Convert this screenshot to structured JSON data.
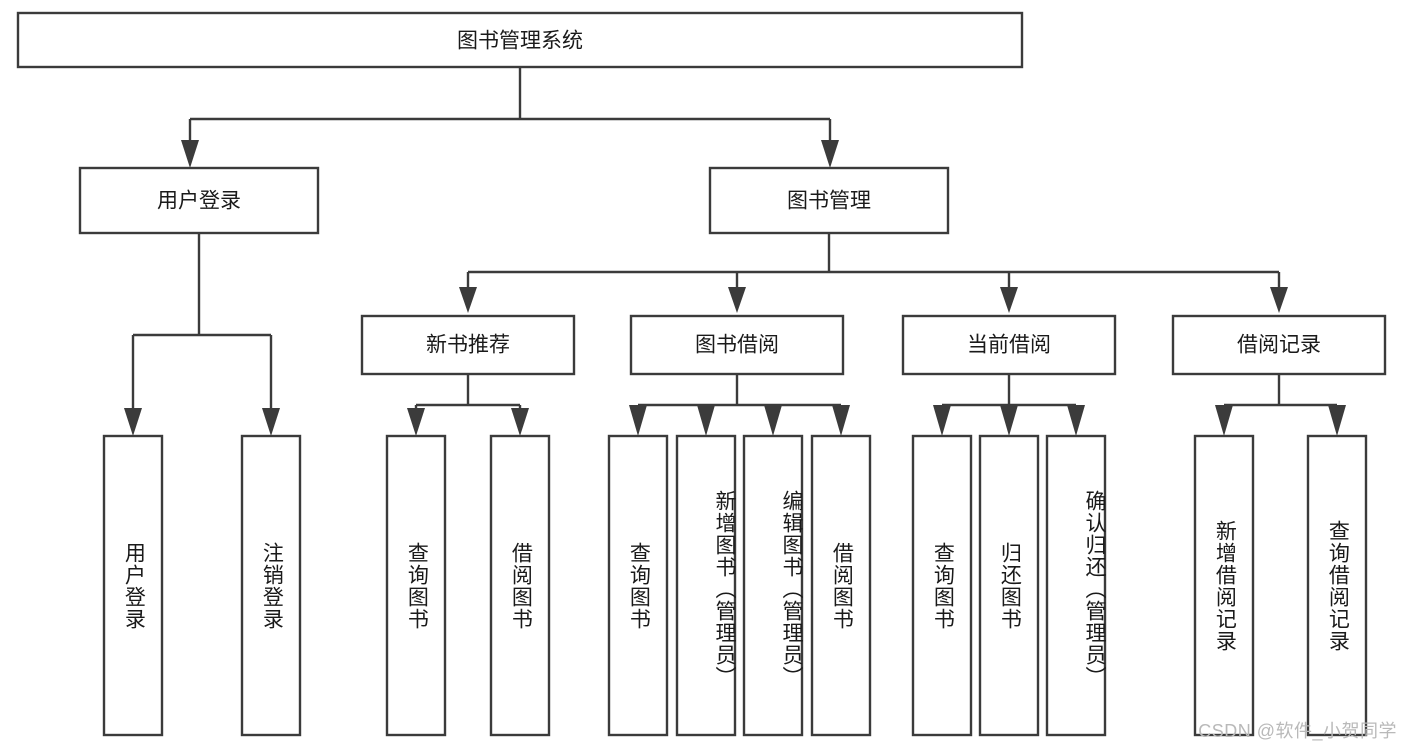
{
  "diagram": {
    "title": "图书管理系统",
    "root": {
      "id": "root",
      "label": "图书管理系统",
      "level": 1
    },
    "level2": [
      {
        "id": "user-login",
        "label": "用户登录"
      },
      {
        "id": "book-manage",
        "label": "图书管理"
      }
    ],
    "level3": [
      {
        "id": "new-book-rec",
        "label": "新书推荐",
        "parent": "book-manage"
      },
      {
        "id": "book-borrow",
        "label": "图书借阅",
        "parent": "book-manage"
      },
      {
        "id": "current-borrow",
        "label": "当前借阅",
        "parent": "book-manage"
      },
      {
        "id": "borrow-record",
        "label": "借阅记录",
        "parent": "book-manage"
      }
    ],
    "leaves": {
      "user-login": [
        {
          "id": "leaf-user-login",
          "label": "用户登录"
        },
        {
          "id": "leaf-logout",
          "label": "注销登录"
        }
      ],
      "new-book-rec": [
        {
          "id": "leaf-query-book-1",
          "label": "查询图书"
        },
        {
          "id": "leaf-borrow-book-1",
          "label": "借阅图书"
        }
      ],
      "book-borrow": [
        {
          "id": "leaf-query-book-2",
          "label": "查询图书"
        },
        {
          "id": "leaf-add-book",
          "label": "新增图书（管理员）"
        },
        {
          "id": "leaf-edit-book",
          "label": "编辑图书（管理员）"
        },
        {
          "id": "leaf-borrow-book-2",
          "label": "借阅图书"
        }
      ],
      "current-borrow": [
        {
          "id": "leaf-query-book-3",
          "label": "查询图书"
        },
        {
          "id": "leaf-return-book",
          "label": "归还图书"
        },
        {
          "id": "leaf-confirm-return",
          "label": "确认归还（管理员）"
        }
      ],
      "borrow-record": [
        {
          "id": "leaf-add-record",
          "label": "新增借阅记录"
        },
        {
          "id": "leaf-query-record",
          "label": "查询借阅记录"
        }
      ]
    },
    "colors": {
      "stroke": "#3b3b3b",
      "fill": "#ffffff",
      "text": "#1a1a1a",
      "watermark": "#b9b9b9"
    }
  },
  "watermark": {
    "text": "CSDN @软件_小贺同学"
  }
}
